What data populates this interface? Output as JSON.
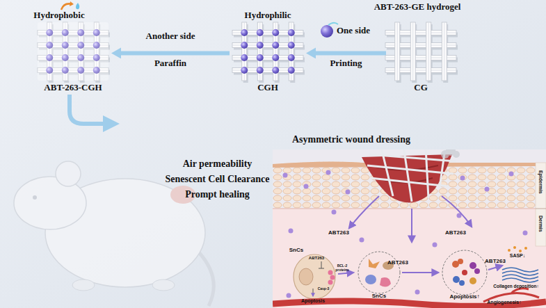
{
  "diagram": {
    "nodes": [
      {
        "text": [
          "Hydrophobic",
          "ABT-263-CGH"
        ]
      },
      {
        "text": [
          "Hydrophilic",
          "CGH"
        ]
      },
      {
        "text": [
          "CG"
        ]
      }
    ],
    "edges": [
      {
        "from": 2,
        "to": 1,
        "arrow": "to",
        "label": "Printing"
      },
      {
        "from": 1,
        "to": 0,
        "arrow": "to",
        "label": "Paraffin"
      }
    ],
    "labels": [
      "ABT-263-GE hydrogel",
      "One side",
      "Another side",
      "Asymmetric wound dressing",
      "Air permeability",
      "Senescent Cell Clearance",
      "Prompt healing",
      "Epidermis",
      "Dermis",
      "ABT263",
      "ABT263",
      "SnCs",
      "ABT263",
      "BCL-2 proteins",
      "Casp-3",
      "ABT263",
      "ABT263",
      "SASP↓",
      "Apoptosis",
      "SnCs",
      "Apoptosis↑",
      "Collagen deposition↑",
      "Angiogenesis↑"
    ]
  }
}
